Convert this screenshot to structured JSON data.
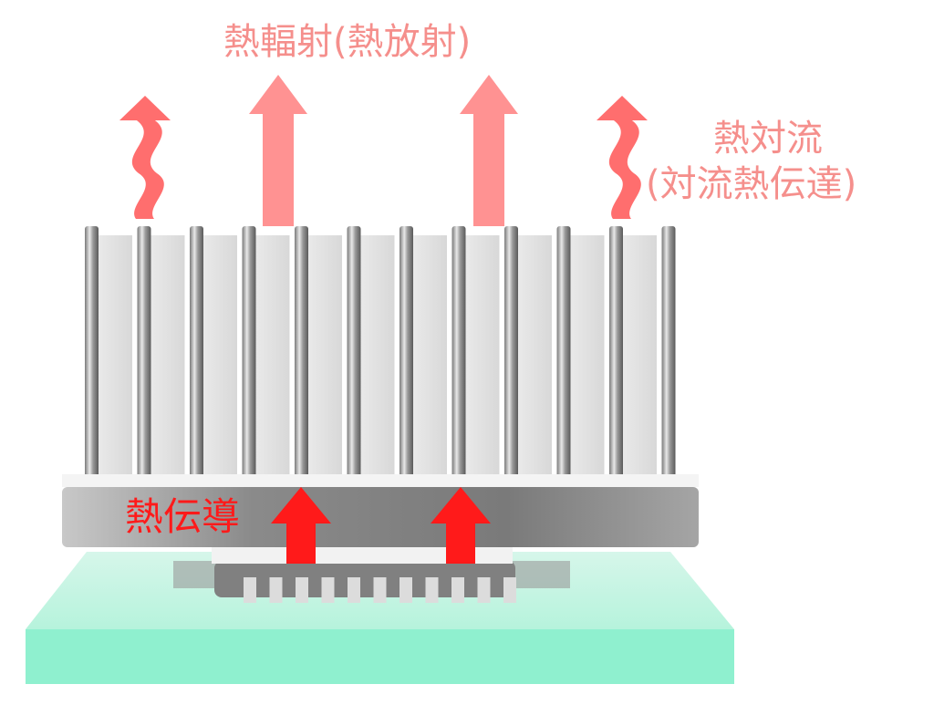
{
  "labels": {
    "radiation": "熱輻射(熱放射)",
    "convection_line1": "熱対流",
    "convection_line2": "(対流熱伝達)",
    "conduction": "熱伝導"
  },
  "colors": {
    "radiation_arrow": "#ff9292",
    "convection_arrow": "#ff6e6e",
    "conduction_arrow": "#ff1a1a",
    "label_pink": "#f58f8c",
    "pcb": "#8ff0cf"
  },
  "heatsink": {
    "fin_count": 12
  },
  "chip": {
    "lead_count": 11
  }
}
